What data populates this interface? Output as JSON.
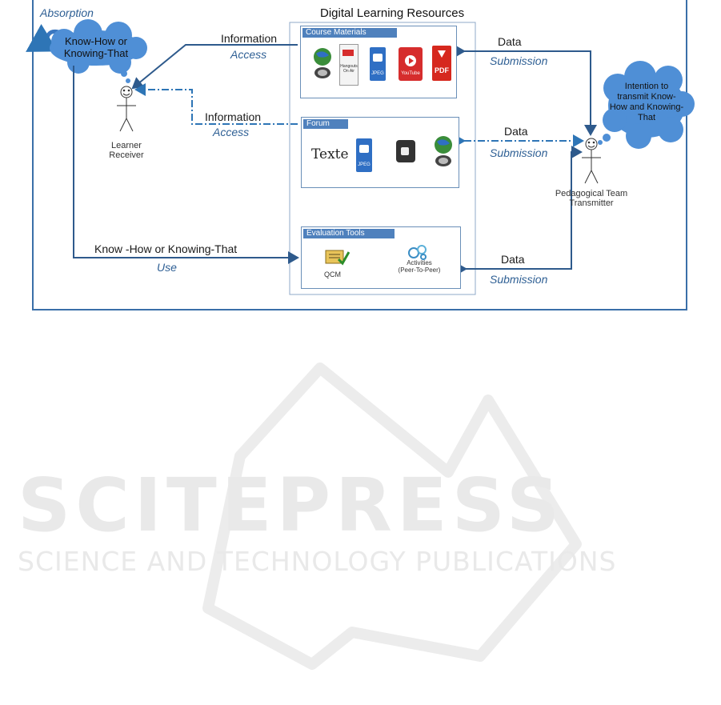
{
  "diagram": {
    "title": "Digital Learning Resources",
    "absorption_label": "Absorption",
    "knowledge_cloud": [
      "Know-How or",
      "Knowing-That"
    ],
    "learner": {
      "line1": "Learner",
      "line2": "Receiver"
    },
    "teacher": {
      "line1": "Pedagogical Team",
      "line2": "Transmitter"
    },
    "intention_cloud": [
      "Intention to",
      "transmit  Know-",
      "How and Knowing-",
      "That"
    ],
    "flows": {
      "info1": {
        "label": "Information",
        "verb": "Access"
      },
      "info2": {
        "label": "Information",
        "verb": "Access"
      },
      "use": {
        "label": "Know -How or Knowing-That",
        "verb": "Use"
      },
      "data1": {
        "label": "Data",
        "verb": "Submission"
      },
      "data2": {
        "label": "Data",
        "verb": "Submission"
      },
      "data3": {
        "label": "Data",
        "verb": "Submission"
      }
    },
    "panels": {
      "course": {
        "title": "Course Materials",
        "icons": [
          "globe-icon",
          "document-icon",
          "jpeg-icon",
          "youtube-icon",
          "pdf-icon"
        ]
      },
      "forum": {
        "title": "Forum",
        "icons": [
          "texte-icon",
          "jpeg-icon",
          "video-icon",
          "globe-icon"
        ]
      },
      "evaluation": {
        "title": "Evaluation Tools",
        "qcm_label": "QCM",
        "activities_label": [
          "Activities",
          "(Peer-To-Peer)"
        ]
      }
    },
    "icon_text": {
      "texte": "Texte",
      "jpeg": "JPEG",
      "pdf": "PDF",
      "youtube": "YouTube",
      "doc": "Hangouts On Air"
    },
    "colors": {
      "dark_arrow": "#2e5a8c",
      "dashed_arrow": "#2e75b6",
      "cloud": "#4f8fd6",
      "panel_head": "#4f81bd"
    }
  },
  "watermark": {
    "main": "SCITEPRESS",
    "sub": "SCIENCE AND TECHNOLOGY PUBLICATIONS"
  }
}
